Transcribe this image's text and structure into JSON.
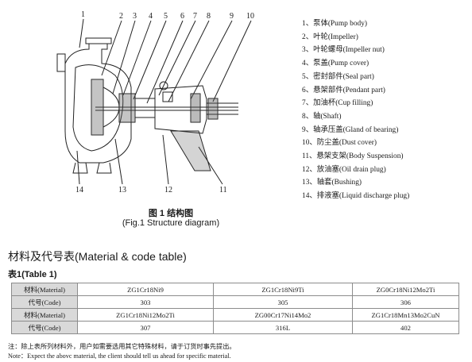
{
  "diagram": {
    "numbers_top": [
      "1",
      "2",
      "3",
      "4",
      "5",
      "6",
      "7",
      "8",
      "9",
      "10"
    ],
    "numbers_bottom": [
      "14",
      "13",
      "12",
      "11"
    ]
  },
  "parts": [
    "1、泵体(Pump body)",
    "2、叶轮(Impeller)",
    "3、叶轮螺母(Impeller nut)",
    "4、泵盖(Pump cover)",
    "5、密封部件(Seal part)",
    "6、悬架部件(Pendant part)",
    "7、加油杯(Cup filling)",
    "8、轴(Shaft)",
    "9、轴承压盖(Gland of bearing)",
    "10、防尘盖(Dust cover)",
    "11、悬架支架(Body Suspension)",
    "12、放油塞(Oil drain plug)",
    "13、轴套(Bushing)",
    "14、排液塞(Liquid discharge plug)"
  ],
  "caption": {
    "title": "图 1  结构图",
    "subtitle": "(Fig.1 Structure diagram)"
  },
  "section_title": "材料及代号表(Material & code table)",
  "table_title": "表1(Table 1)",
  "table": {
    "rows": [
      [
        "材料(Material)",
        "ZG1Cr18Ni9",
        "ZG1Cr18Ni9Ti",
        "ZG0Cr18Ni12Mo2Ti"
      ],
      [
        "代号(Code)",
        "303",
        "305",
        "306"
      ],
      [
        "材料(Material)",
        "ZG1Cr18Ni12Mo2Ti",
        "ZG00Cr17Ni14Mo2",
        "ZG1Cr18Mn13Mo2CuN"
      ],
      [
        "代号(Code)",
        "307",
        "316L",
        "402"
      ]
    ]
  },
  "notes": [
    "注：除上表所列材料外，用户如需要选用其它特殊材料，请于订货时事先提出。",
    "Note：Expect the abovc material, the client should tell us ahead for specific material."
  ]
}
